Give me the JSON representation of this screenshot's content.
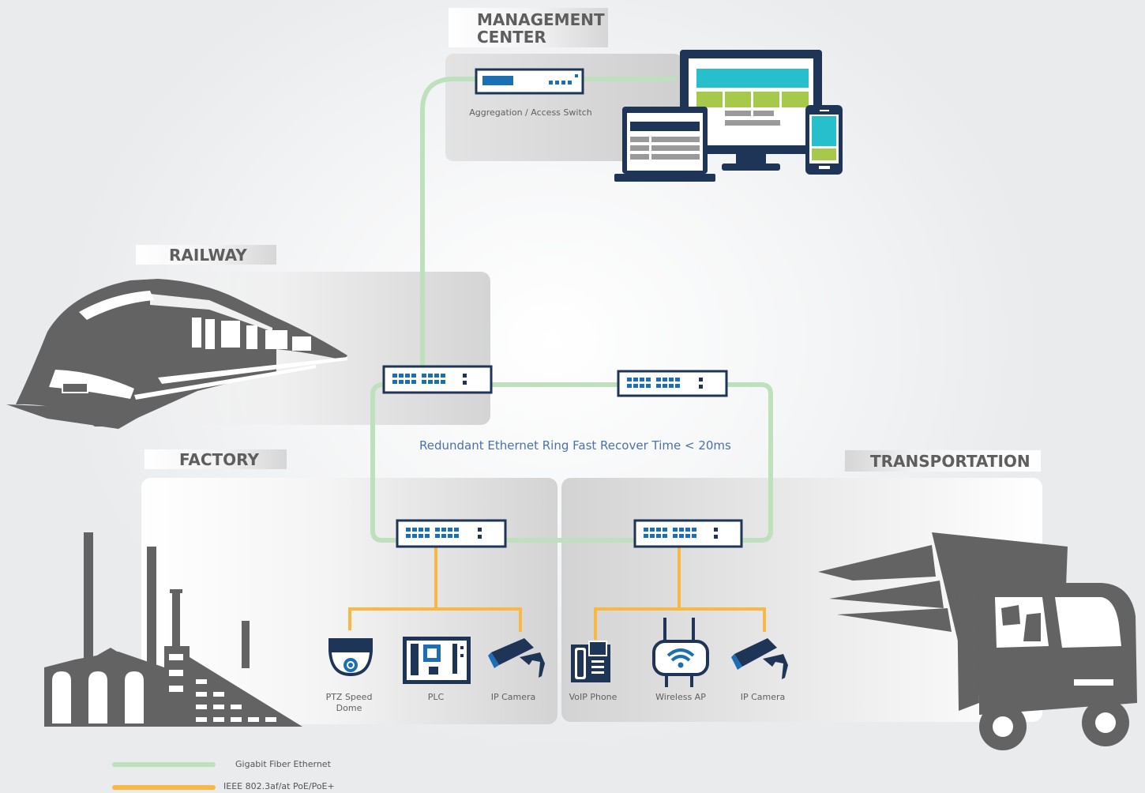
{
  "sections": {
    "management": {
      "line1": "MANAGEMENT",
      "line2": "CENTER"
    },
    "railway": "RAILWAY",
    "factory": "FACTORY",
    "transportation": "TRANSPORTATION"
  },
  "aggregation_label": "Aggregation / Access Switch",
  "ring_caption": "Redundant Ethernet Ring Fast Recover Time < 20ms",
  "factory_devices": [
    {
      "line1": "PTZ Speed",
      "line2": "Dome",
      "icon": "ptz-dome-icon"
    },
    {
      "line1": "PLC",
      "line2": "",
      "icon": "plc-board-icon"
    },
    {
      "line1": "IP Camera",
      "line2": "",
      "icon": "ip-camera-icon"
    }
  ],
  "transport_devices": [
    {
      "line1": "VoIP Phone",
      "icon": "voip-phone-icon"
    },
    {
      "line1": "Wireless AP",
      "icon": "wireless-ap-icon"
    },
    {
      "line1": "IP Camera",
      "icon": "ip-camera-icon"
    }
  ],
  "legend": [
    {
      "label": "Gigabit Fiber Ethernet",
      "color": "#bfe0bd"
    },
    {
      "label": "IEEE 802.3af/at PoE/PoE+",
      "color": "#f9b743"
    }
  ],
  "colors": {
    "fiber": "#bfe0bd",
    "poe": "#f9b743",
    "switch_port": "#1a6fb5",
    "dark": "#1e3557",
    "icon_gray": "#636363"
  }
}
